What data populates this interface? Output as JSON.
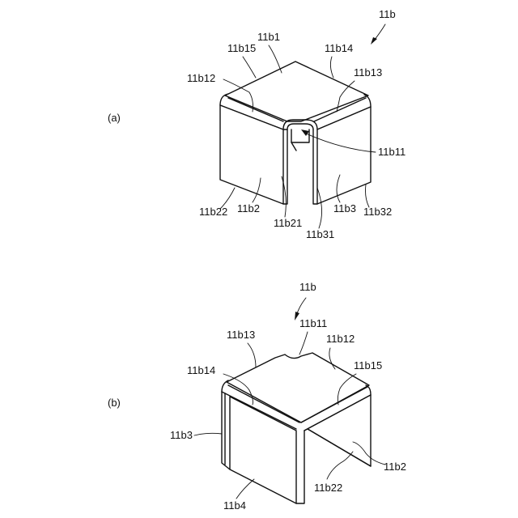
{
  "figure_a": {
    "panel_label": "(a)",
    "reference_label": "11b",
    "labels": {
      "top": "11b1",
      "top_left": "11b15",
      "top_right": "11b14",
      "left_edge": "11b12",
      "right_edge": "11b13",
      "slot": "11b11",
      "left_leg_outer": "11b22",
      "left_leg": "11b2",
      "left_leg_inner": "11b21",
      "right_leg_inner": "11b31",
      "right_leg": "11b3",
      "right_leg_outer": "11b32"
    }
  },
  "figure_b": {
    "panel_label": "(b)",
    "reference_label": "11b",
    "labels": {
      "notch": "11b11",
      "left_top": "11b13",
      "right_top": "11b12",
      "left_edge": "11b14",
      "right_edge": "11b15",
      "left_side": "11b3",
      "right_leg": "11b2",
      "right_leg_lower": "11b22",
      "front_face": "11b4"
    }
  }
}
